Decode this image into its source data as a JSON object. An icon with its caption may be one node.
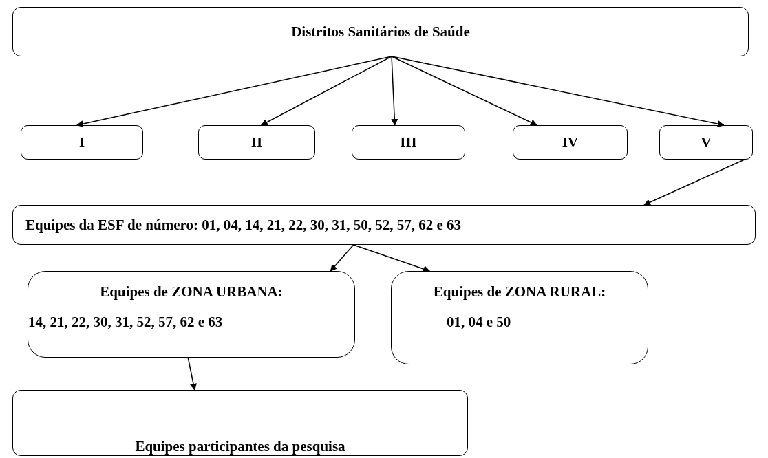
{
  "diagram": {
    "nodes": [
      {
        "text": [
          "Distritos Sanitários de Saúde"
        ]
      },
      {
        "text": [
          "I"
        ]
      },
      {
        "text": [
          "II"
        ]
      },
      {
        "text": [
          "III"
        ]
      },
      {
        "text": [
          "IV"
        ]
      },
      {
        "text": [
          "V"
        ]
      },
      {
        "text": [
          "Equipes da ESF de número: 01, 04, 14, 21, 22, 30, 31, 50, 52, 57, 62 e 63"
        ]
      },
      {
        "text": [
          "Equipes de ZONA URBANA:",
          "14, 21, 22, 30, 31, 52, 57, 62 e 63"
        ]
      },
      {
        "text": [
          "Equipes de ZONA RURAL:",
          "01, 04 e 50"
        ]
      },
      {
        "text": [
          "Equipes participantes da pesquisa"
        ]
      }
    ],
    "edges": [
      {
        "from": 0,
        "to": 1,
        "arrow": "to"
      },
      {
        "from": 0,
        "to": 2,
        "arrow": "to"
      },
      {
        "from": 0,
        "to": 3,
        "arrow": "to"
      },
      {
        "from": 0,
        "to": 4,
        "arrow": "to"
      },
      {
        "from": 0,
        "to": 5,
        "arrow": "to"
      },
      {
        "from": 5,
        "to": 6,
        "arrow": "to"
      },
      {
        "from": 6,
        "to": 7,
        "arrow": "to"
      },
      {
        "from": 6,
        "to": 8,
        "arrow": "to"
      },
      {
        "from": 7,
        "to": 9,
        "arrow": "to"
      }
    ]
  }
}
